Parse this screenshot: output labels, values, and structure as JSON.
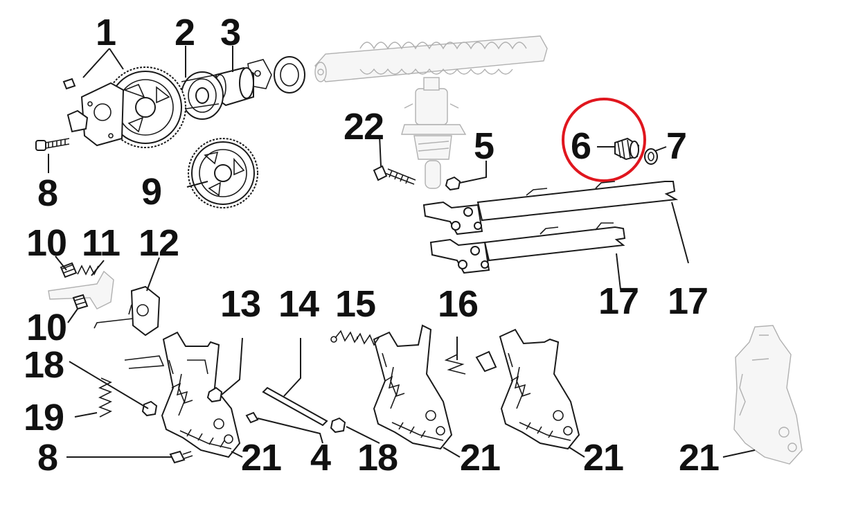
{
  "diagram": {
    "callouts": {
      "c1": "1",
      "c2": "2",
      "c3": "3",
      "c4": "4",
      "c5": "5",
      "c6": "6",
      "c7": "7",
      "c8a": "8",
      "c8b": "8",
      "c9": "9",
      "c10a": "10",
      "c10b": "10",
      "c11": "11",
      "c12": "12",
      "c13": "13",
      "c14": "14",
      "c15": "15",
      "c16": "16",
      "c17a": "17",
      "c17b": "17",
      "c18a": "18",
      "c18b": "18",
      "c19": "19",
      "c21a": "21",
      "c21b": "21",
      "c21c": "21",
      "c21d": "21",
      "c22": "22"
    },
    "highlight_color": "#e0161e",
    "ink_color": "#1a1a1a"
  }
}
